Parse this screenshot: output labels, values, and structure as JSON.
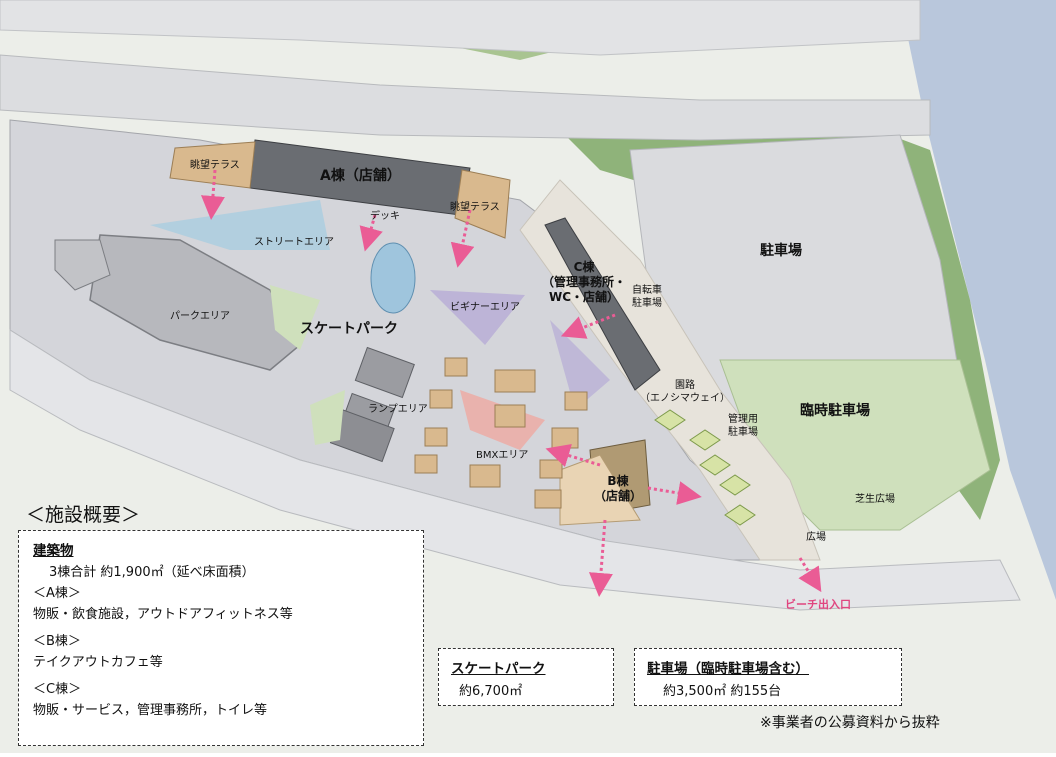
{
  "map_labels": {
    "terrace_1": "眺望テラス",
    "terrace_2": "眺望テラス",
    "bldg_a": "A棟（店舗）",
    "deck": "デッキ",
    "street_area": "ストリートエリア",
    "park_area": "パークエリア",
    "skatepark": "スケートパーク",
    "beginner_area": "ビギナーエリア",
    "bldg_c_line1": "C棟",
    "bldg_c_line2": "（管理事務所・",
    "bldg_c_line3": "WC・店舗）",
    "bike_parking_line1": "自転車",
    "bike_parking_line2": "駐車場",
    "parking": "駐車場",
    "ramp_area": "ランプエリア",
    "path_line1": "園路",
    "path_line2": "（エノシマウェイ）",
    "mgmt_parking_line1": "管理用",
    "mgmt_parking_line2": "駐車場",
    "temp_parking": "臨時駐車場",
    "bmx_area": "BMXエリア",
    "bldg_b_line1": "B棟",
    "bldg_b_line2": "（店舗）",
    "lawn_plaza": "芝生広場",
    "plaza": "広場",
    "beach_entrance": "ビーチ出入口"
  },
  "overview_heading": "＜施設概要＞",
  "overview": {
    "title": "建築物",
    "total": "3棟合計  約1,900㎡（延べ床面積）",
    "a_heading": "＜A棟＞",
    "a_desc": "物販・飲食施設，アウトドアフィットネス等",
    "b_heading": "＜B棟＞",
    "b_desc": "テイクアウトカフェ等",
    "c_heading": "＜C棟＞",
    "c_desc": "物販・サービス，管理事務所，トイレ等"
  },
  "skatepark_box": {
    "title": "スケートパーク",
    "value": "約6,700㎡"
  },
  "parking_box": {
    "title": "駐車場（臨時駐車場含む）",
    "value": "約3,500㎡   約155台"
  },
  "source_note": "※事業者の公募資料から抜粋",
  "colors": {
    "water": "#b9c7dc",
    "road": "#dcdde0",
    "site": "#d4d5da",
    "grass": "#cfe0bc",
    "trees": "#8fb37a",
    "wood": "#d9b98e",
    "arrow_pink": "#ea5c95",
    "purple_zone": "#b7abd6",
    "blue_zone": "#a9cde0",
    "salmon_zone": "#f2a39a"
  }
}
